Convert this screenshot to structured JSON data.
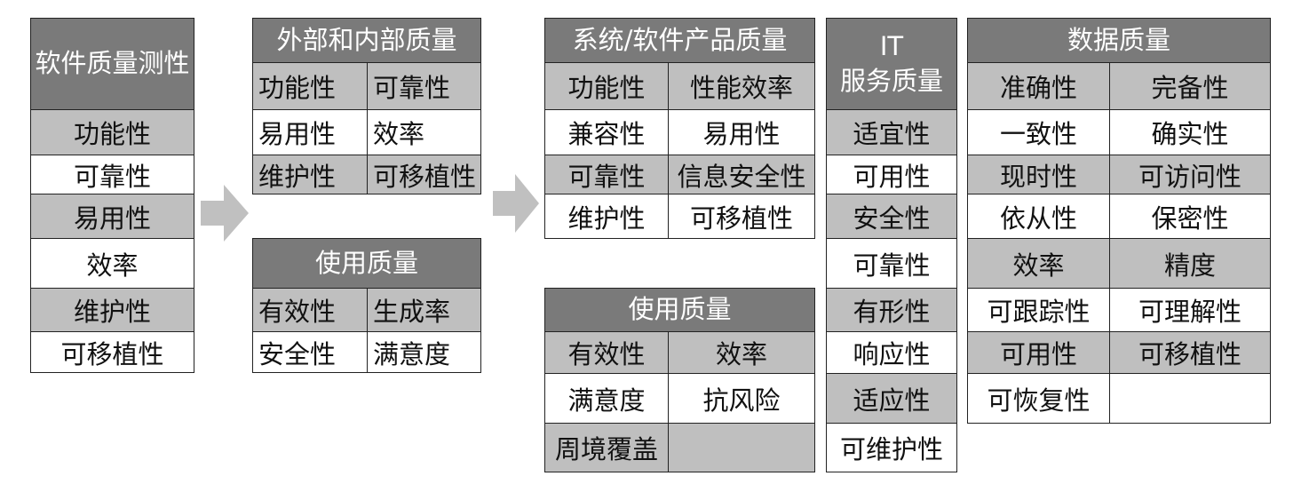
{
  "colors": {
    "header": "#7a7a7a",
    "shade": "#bfbfbf",
    "white": "#ffffff",
    "arrow": "#c0c0c0"
  },
  "box1": {
    "title": "软件质量测性",
    "items": [
      "功能性",
      "可靠性",
      "易用性",
      "效率",
      "维护性",
      "可移植性"
    ]
  },
  "box2": {
    "title": "外部和内部质量",
    "cells": [
      "功能性",
      "可靠性",
      "易用性",
      "效率",
      "维护性",
      "可移植性"
    ]
  },
  "box3": {
    "title": "使用质量",
    "cells": [
      "有效性",
      "生成率",
      "安全性",
      "满意度"
    ]
  },
  "box4": {
    "title": "系统/软件产品质量",
    "cells": [
      "功能性",
      "性能效率",
      "兼容性",
      "易用性",
      "可靠性",
      "信息安全性",
      "维护性",
      "可移植性"
    ]
  },
  "box5": {
    "title": "使用质量",
    "cells": [
      "有效性",
      "效率",
      "满意度",
      "抗风险",
      "周境覆盖",
      ""
    ]
  },
  "box6": {
    "title_line1": "IT",
    "title_line2": "服务质量",
    "items": [
      "适宜性",
      "可用性",
      "安全性",
      "可靠性",
      "有形性",
      "响应性",
      "适应性",
      "可维护性"
    ]
  },
  "box7": {
    "title": "数据质量",
    "cells": [
      "准确性",
      "完备性",
      "一致性",
      "确实性",
      "现时性",
      "可访问性",
      "依从性",
      "保密性",
      "效率",
      "精度",
      "可跟踪性",
      "可理解性",
      "可用性",
      "可移植性",
      "可恢复性",
      ""
    ]
  }
}
